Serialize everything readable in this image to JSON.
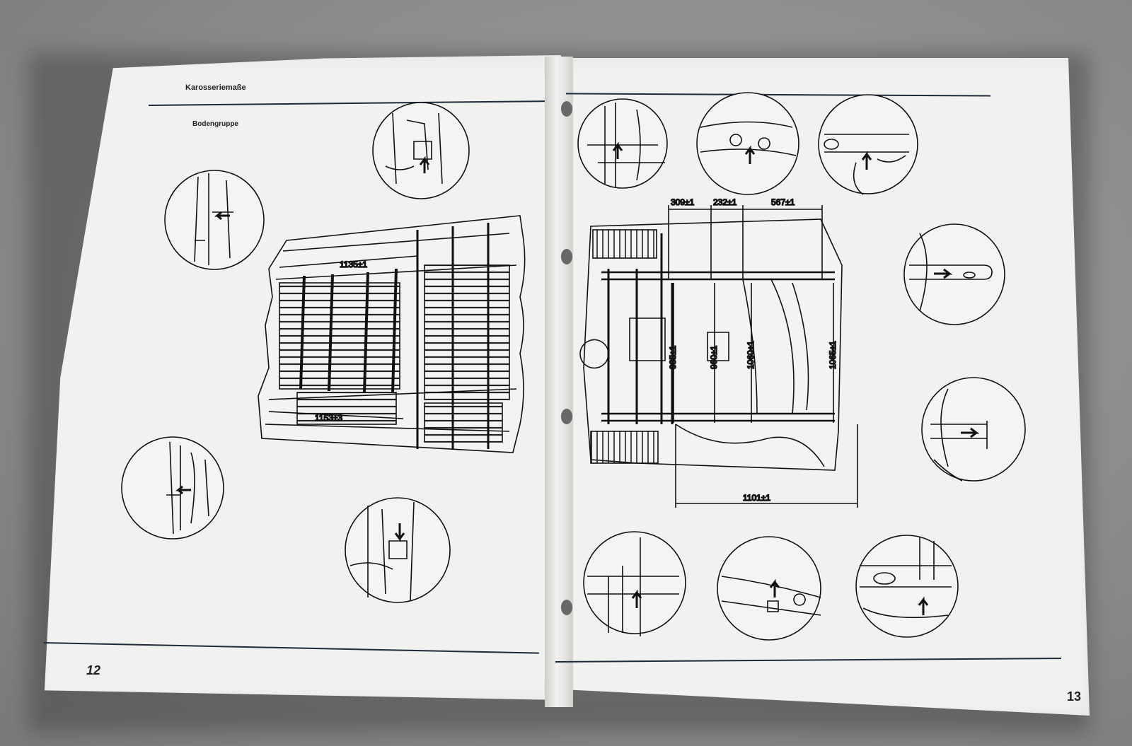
{
  "left_page": {
    "header_title": "Karosseriemaße",
    "subheading": "Bodengruppe",
    "page_number": "12",
    "dimensions": [
      "1135±1",
      "1153±3"
    ]
  },
  "right_page": {
    "page_number": "13",
    "dimensions": {
      "top": [
        "309±1",
        "232±1",
        "567±1"
      ],
      "vertical": [
        "935±1",
        "960±1",
        "1060±1",
        "1065±1"
      ],
      "bottom": "1101±1"
    }
  }
}
